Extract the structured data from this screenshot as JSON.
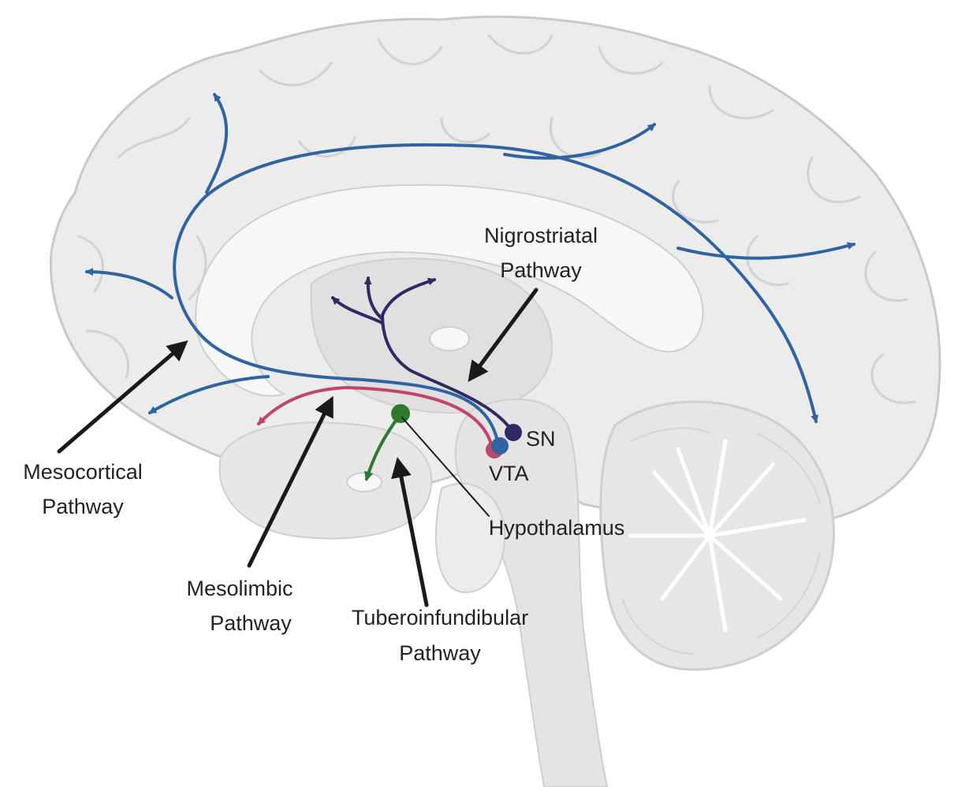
{
  "labels": {
    "nigrostriatal": [
      "Nigrostriatal",
      "Pathway"
    ],
    "mesocortical": [
      "Mesocortical",
      "Pathway"
    ],
    "mesolimbic": [
      "Mesolimbic",
      "Pathway"
    ],
    "tuberoinfundibular": [
      "Tuberoinfundibular",
      "Pathway"
    ],
    "hypothalamus": "Hypothalamus",
    "sn": "SN",
    "vta": "VTA"
  },
  "colors": {
    "brain_fill": "#ececec",
    "brain_outline": "#c9c9c9",
    "inner_fill": "#e0e0e0",
    "white_matter": "#f7f7f7",
    "mesocortical": "#2f64a3",
    "mesolimbic": "#c1456a",
    "nigrostriatal": "#2f2a66",
    "tuberoinfundibular": "#2d7a2d",
    "annotation_arrow": "#1a1a1a"
  }
}
